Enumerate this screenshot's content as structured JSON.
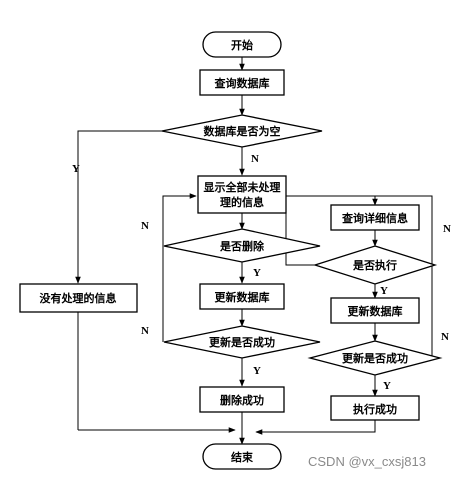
{
  "nodes": {
    "start": "开始",
    "query_db": "查询数据库",
    "db_empty": "数据库是否为空",
    "show_unprocessed_1": "显示全部未处理",
    "show_unprocessed_2": "理的信息",
    "delete_q": "是否删除",
    "update_db_left": "更新数据库",
    "update_ok_left": "更新是否成功",
    "delete_ok": "删除成功",
    "no_info": "没有处理的信息",
    "query_detail": "查询详细信息",
    "execute_q": "是否执行",
    "update_db_right": "更新数据库",
    "update_ok_right": "更新是否成功",
    "execute_ok": "执行成功",
    "end": "结束"
  },
  "flags": {
    "yes": "Y",
    "no": "N"
  },
  "watermark": "CSDN @vx_cxsj813"
}
